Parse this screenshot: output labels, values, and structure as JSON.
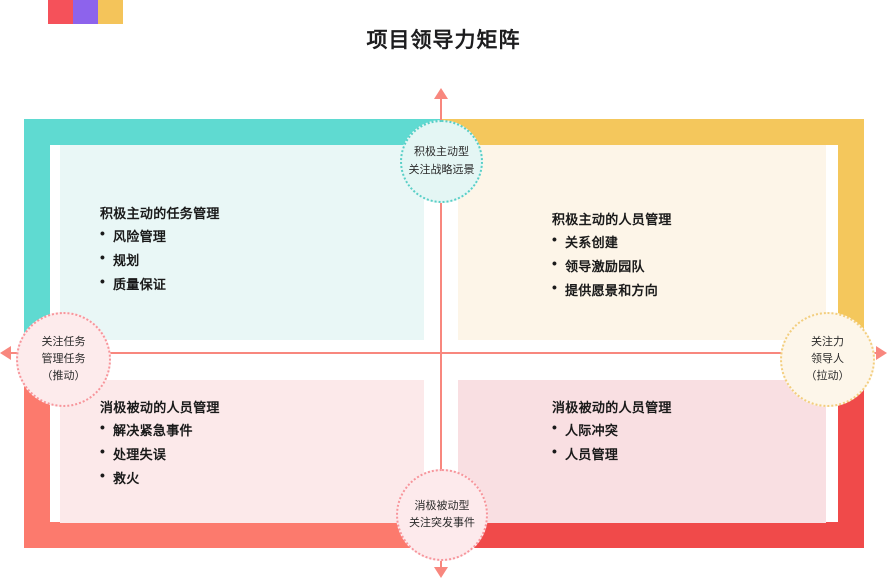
{
  "logo": {
    "name": "brand-logo",
    "swatches": [
      "#f5515a",
      "#8d63ec",
      "#f4c45a"
    ]
  },
  "header": {
    "title": "项目领导力矩阵"
  },
  "colors": {
    "teal_band": "#5fdad1",
    "yellow_band": "#f4c75c",
    "coral_band": "#fc7a6d",
    "red_band": "#f04a4a",
    "axis": "#f8877e",
    "panel_teal": "#e9f7f6",
    "panel_cream": "#fdf5e8",
    "panel_pink_light": "#fce9ea",
    "panel_pink": "#f9dfe2"
  },
  "axes": {
    "vertical_arrow_up": "arrow-up",
    "vertical_arrow_down": "arrow-down",
    "horizontal_arrow_left": "arrow-left",
    "horizontal_arrow_right": "arrow-right"
  },
  "labels": {
    "top": {
      "line1": "积极主动型",
      "line2": "关注战略远景"
    },
    "bottom": {
      "line1": "消极被动型",
      "line2": "关注突发事件"
    },
    "left": {
      "line1": "关注任务",
      "line2": "管理任务",
      "line3": "（推动）"
    },
    "right": {
      "line1": "关注力",
      "line2": "领导人",
      "line3": "（拉动）"
    }
  },
  "quadrants": {
    "top_left": {
      "title": "积极主动的任务管理",
      "items": [
        "风险管理",
        "规划",
        "质量保证"
      ]
    },
    "top_right": {
      "title": "积极主动的人员管理",
      "items": [
        "关系创建",
        "领导激励园队",
        "提供愿景和方向"
      ]
    },
    "bottom_left": {
      "title": "消极被动的人员管理",
      "items": [
        "解决紧急事件",
        "处理失误",
        "救火"
      ]
    },
    "bottom_right": {
      "title": "消极被动的人员管理",
      "items": [
        "人际冲突",
        "人员管理"
      ]
    }
  }
}
